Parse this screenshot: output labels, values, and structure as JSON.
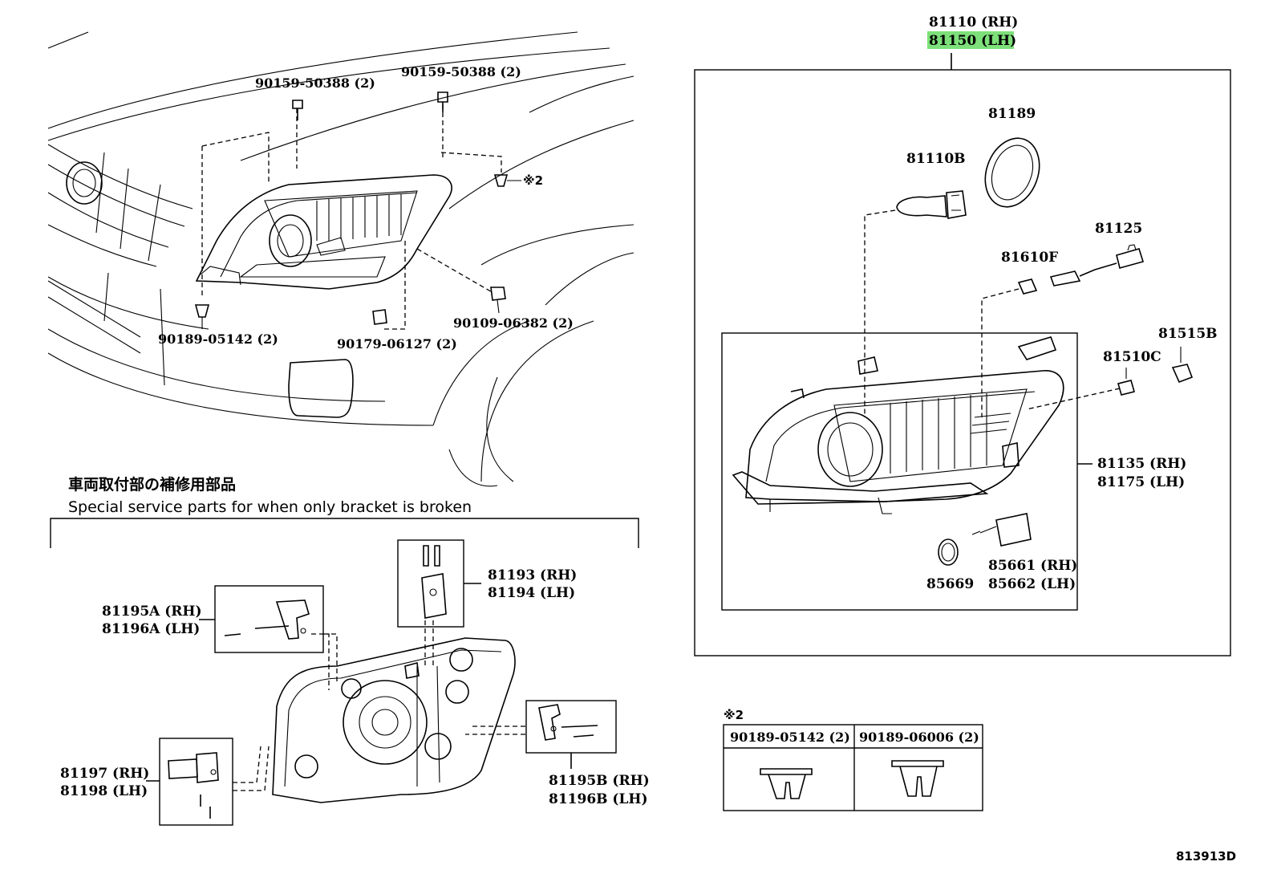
{
  "top_part": {
    "rh": "81110 (RH)",
    "lh": "81150 (LH)",
    "highlight_color": "#7ee07a"
  },
  "vehicle_parts": {
    "bolt_left": "90159-50388 (2)",
    "bolt_right": "90159-50388 (2)",
    "clip_note": "※2",
    "clip_bottom_left": "90189-05142 (2)",
    "nut_right": "90109-06382 (2)",
    "bracket_bottom": "90179-06127 (2)"
  },
  "assembly_parts": {
    "p81189": "81189",
    "p81110b": "81110B",
    "p81125": "81125",
    "p81610f": "81610F",
    "p81515b": "81515B",
    "p81510c": "81510C",
    "unit_rh": "81135 (RH)",
    "unit_lh": "81175 (LH)",
    "p85669": "85669",
    "p85661": "85661 (RH)",
    "p85662": "85662 (LH)"
  },
  "service_section": {
    "title_jp": "車両取付部の補修用部品",
    "title_en": "Special service parts for when only bracket is broken",
    "p81193": "81193 (RH)",
    "p81194": "81194 (LH)",
    "p81195a": "81195A (RH)",
    "p81196a": "81196A (LH)",
    "p81197": "81197 (RH)",
    "p81198": "81198 (LH)",
    "p81195b": "81195B (RH)",
    "p81196b": "81196B (LH)"
  },
  "note_table": {
    "mark": "※2",
    "col1": "90189-05142 (2)",
    "col2": "90189-06006 (2)"
  },
  "diagram_code": "813913D"
}
